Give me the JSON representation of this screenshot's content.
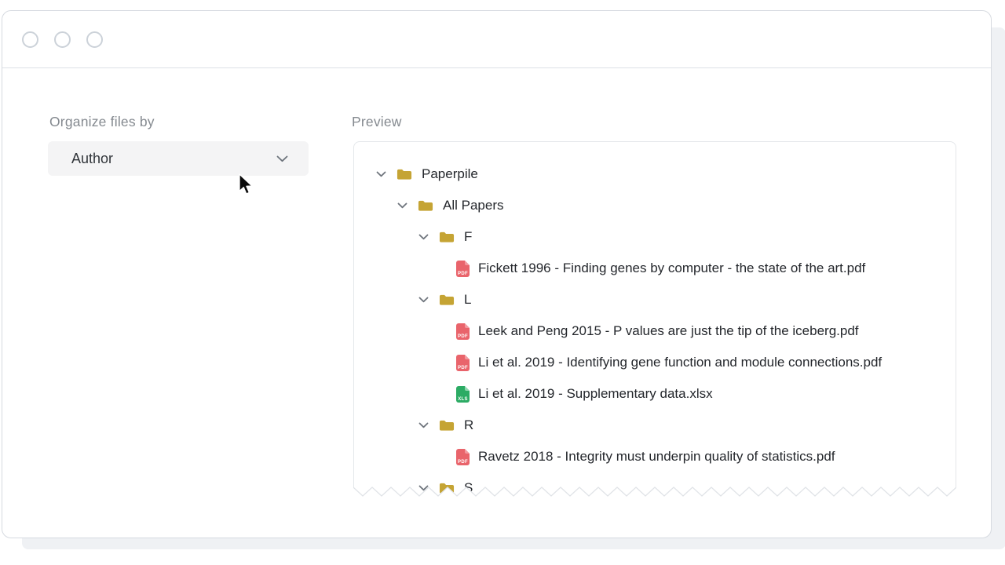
{
  "controls": {
    "organize_label": "Organize files by",
    "organize_value": "Author"
  },
  "preview": {
    "label": "Preview",
    "tree": {
      "rows": [
        {
          "type": "folder",
          "level": 0,
          "label": "Paperpile"
        },
        {
          "type": "folder",
          "level": 1,
          "label": "All Papers"
        },
        {
          "type": "folder",
          "level": 2,
          "label": "F"
        },
        {
          "type": "pdf",
          "level": 3,
          "label": "Fickett 1996 - Finding genes by computer - the state of the art.pdf",
          "badge": "PDF"
        },
        {
          "type": "folder",
          "level": 2,
          "label": "L"
        },
        {
          "type": "pdf",
          "level": 3,
          "label": "Leek and Peng 2015 - P values are just the tip of the iceberg.pdf",
          "badge": "PDF"
        },
        {
          "type": "pdf",
          "level": 3,
          "label": "Li et al. 2019 - Identifying gene function and module connections.pdf",
          "badge": "PDF"
        },
        {
          "type": "xls",
          "level": 3,
          "label": "Li et al. 2019 - Supplementary data.xlsx",
          "badge": "XLS"
        },
        {
          "type": "folder",
          "level": 2,
          "label": "R"
        },
        {
          "type": "pdf",
          "level": 3,
          "label": "Ravetz 2018 - Integrity must underpin quality of statistics.pdf",
          "badge": "PDF"
        },
        {
          "type": "folder",
          "level": 2,
          "label": "S"
        }
      ]
    }
  },
  "colors": {
    "folder_icon": "#c5a434",
    "pdf_icon": "#e9646b",
    "xls_icon": "#2cab64",
    "window_border": "#d6dae0",
    "label_gray": "#84898f"
  }
}
